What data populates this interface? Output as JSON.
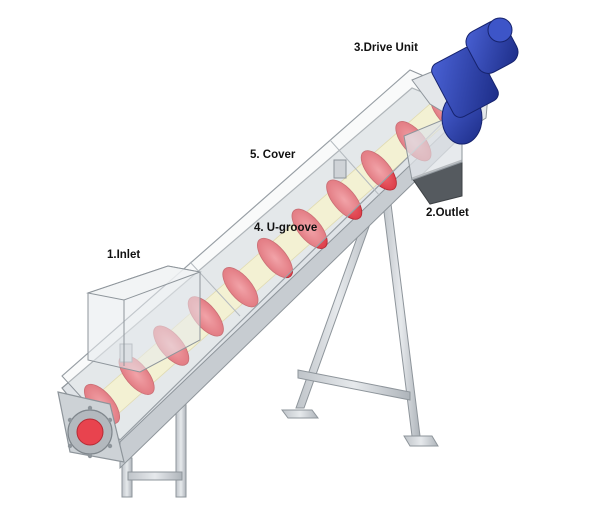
{
  "labels": {
    "inlet": "1.Inlet",
    "outlet": "2.Outlet",
    "drive_unit": "3.Drive Unit",
    "u_groove": "4. U-groove",
    "cover": "5. Cover"
  },
  "colors": {
    "frame_steel": "#d4d8dc",
    "frame_edge": "#8e959b",
    "spiral_flight": "#e8434e",
    "shaft_liner": "#f6f1c4",
    "cover_glass": "#eef0f2",
    "motor_blue": "#2a3fa8",
    "outlet_hopper": "#555a5f"
  },
  "icons": [
    "screw-conveyor-illustration",
    "drive-motor",
    "bolted-flange"
  ]
}
